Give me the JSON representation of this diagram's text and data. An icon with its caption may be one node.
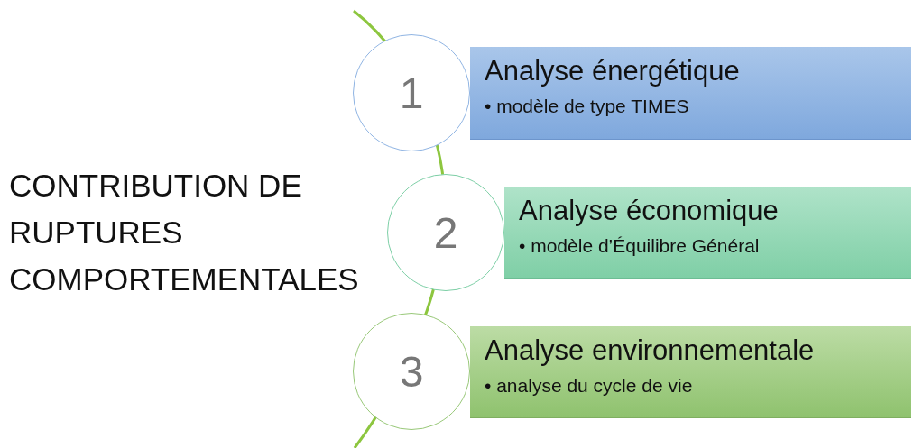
{
  "diagram": {
    "nodes": [
      {
        "text": [
          "1"
        ]
      },
      {
        "text": [
          "Analyse énergétique",
          "• modèle de type TIMES"
        ]
      },
      {
        "text": [
          "2"
        ]
      },
      {
        "text": [
          "Analyse économique",
          "• modèle d’Équilibre Général"
        ]
      },
      {
        "text": [
          "3"
        ]
      },
      {
        "text": [
          "Analyse environnementale",
          "• analyse du cycle de vie"
        ]
      }
    ],
    "labels": [
      "CONTRIBUTION DE RUPTURES COMPORTEMENTALES"
    ]
  }
}
